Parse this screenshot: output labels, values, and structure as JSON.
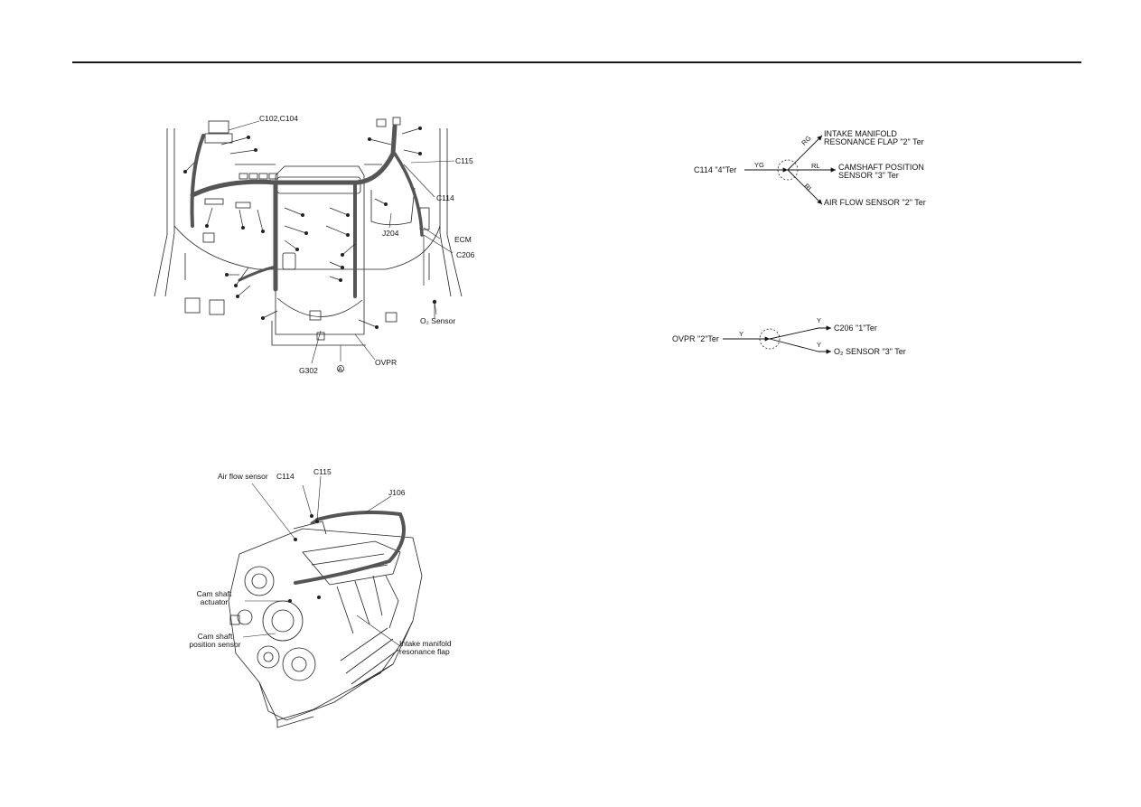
{
  "harness_figure": {
    "labels": {
      "c102_c104": "C102,C104",
      "c115": "C115",
      "c114": "C114",
      "j204": "J204",
      "ecm": "ECM",
      "c206": "C206",
      "o2_sensor": "O₂ Sensor",
      "g302": "G302",
      "ovpr": "OVPR",
      "ground_symbol": "A"
    }
  },
  "engine_figure": {
    "labels": {
      "air_flow_sensor": "Air flow sensor",
      "c114": "C114",
      "c115": "C115",
      "j106": "J106",
      "cam_shaft_actuator_1": "Cam shaft",
      "cam_shaft_actuator_2": "actuator",
      "cam_shaft_position_sensor_1": "Cam shaft",
      "cam_shaft_position_sensor_2": "position sensor",
      "intake_manifold_resonance_flap_1": "Intake manifold",
      "intake_manifold_resonance_flap_2": "resonance flap"
    }
  },
  "splice_j106": {
    "source": "C114 \"4\"Ter",
    "source_wire": "YG",
    "branches": [
      {
        "wire": "RG",
        "dest_1": "INTAKE MANIFOLD",
        "dest_2": "RESONANCE FLAP \"2\" Ter"
      },
      {
        "wire": "RL",
        "dest_1": "CAMSHAFT POSITION",
        "dest_2": "SENSOR \"3\" Ter"
      },
      {
        "wire": "RL",
        "dest_1": "AIR FLOW SENSOR \"2\" Ter",
        "dest_2": ""
      }
    ]
  },
  "splice_j204": {
    "source": "OVPR \"2\"Ter",
    "source_wire": "Y",
    "branches": [
      {
        "wire": "Y",
        "dest": "C206 \"1\"Ter"
      },
      {
        "wire": "Y",
        "dest": "O₂ SENSOR \"3\" Ter"
      }
    ]
  }
}
